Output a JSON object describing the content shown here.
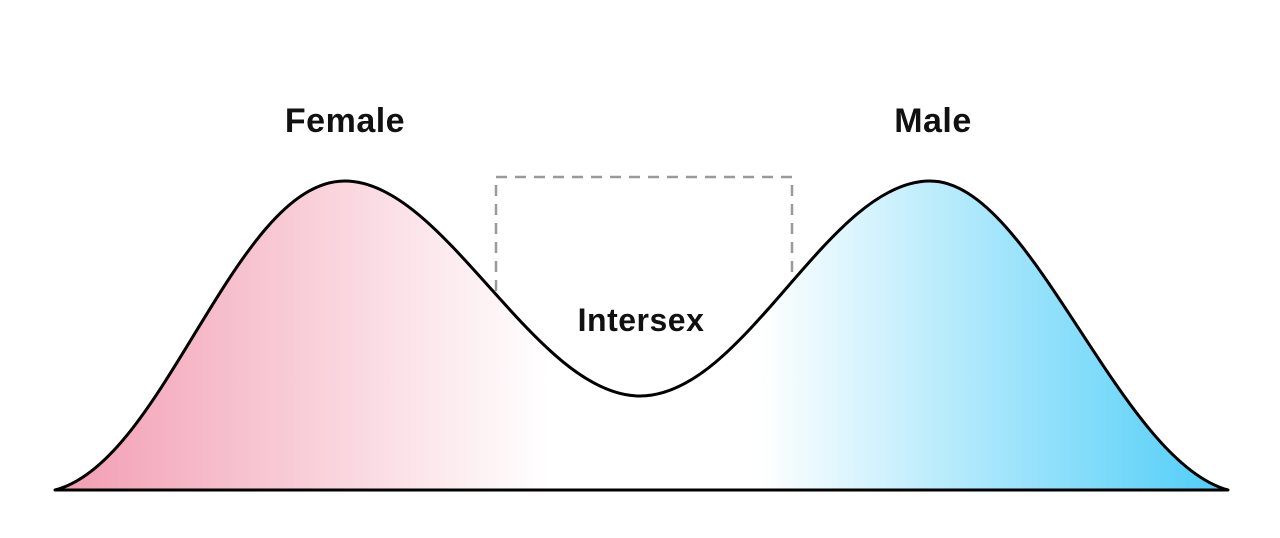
{
  "diagram": {
    "type": "bimodal-distribution",
    "labels": {
      "female": "Female",
      "male": "Male",
      "intersex": "Intersex"
    }
  },
  "colors": {
    "background": "#ffffff",
    "female_fill": "#F29CB2",
    "male_fill": "#4DCDF8",
    "blend_white": "#ffffff",
    "curve_stroke": "#000000",
    "box_stroke": "#9a9a9a",
    "text": "#111111"
  }
}
